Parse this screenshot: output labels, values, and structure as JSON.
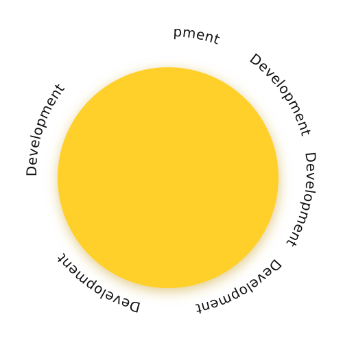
{
  "center_circle": {
    "color": "#FFD02A",
    "shadow": "#C9A02A"
  },
  "ring_labels": [
    {
      "text": "Development",
      "angle": -90
    },
    {
      "text": "Development",
      "angle": -35
    },
    {
      "text": "Development",
      "angle": 12
    },
    {
      "text": "Development",
      "angle": 60
    },
    {
      "text": "Development",
      "angle": 123
    },
    {
      "text": "Development",
      "angle": 198
    }
  ]
}
